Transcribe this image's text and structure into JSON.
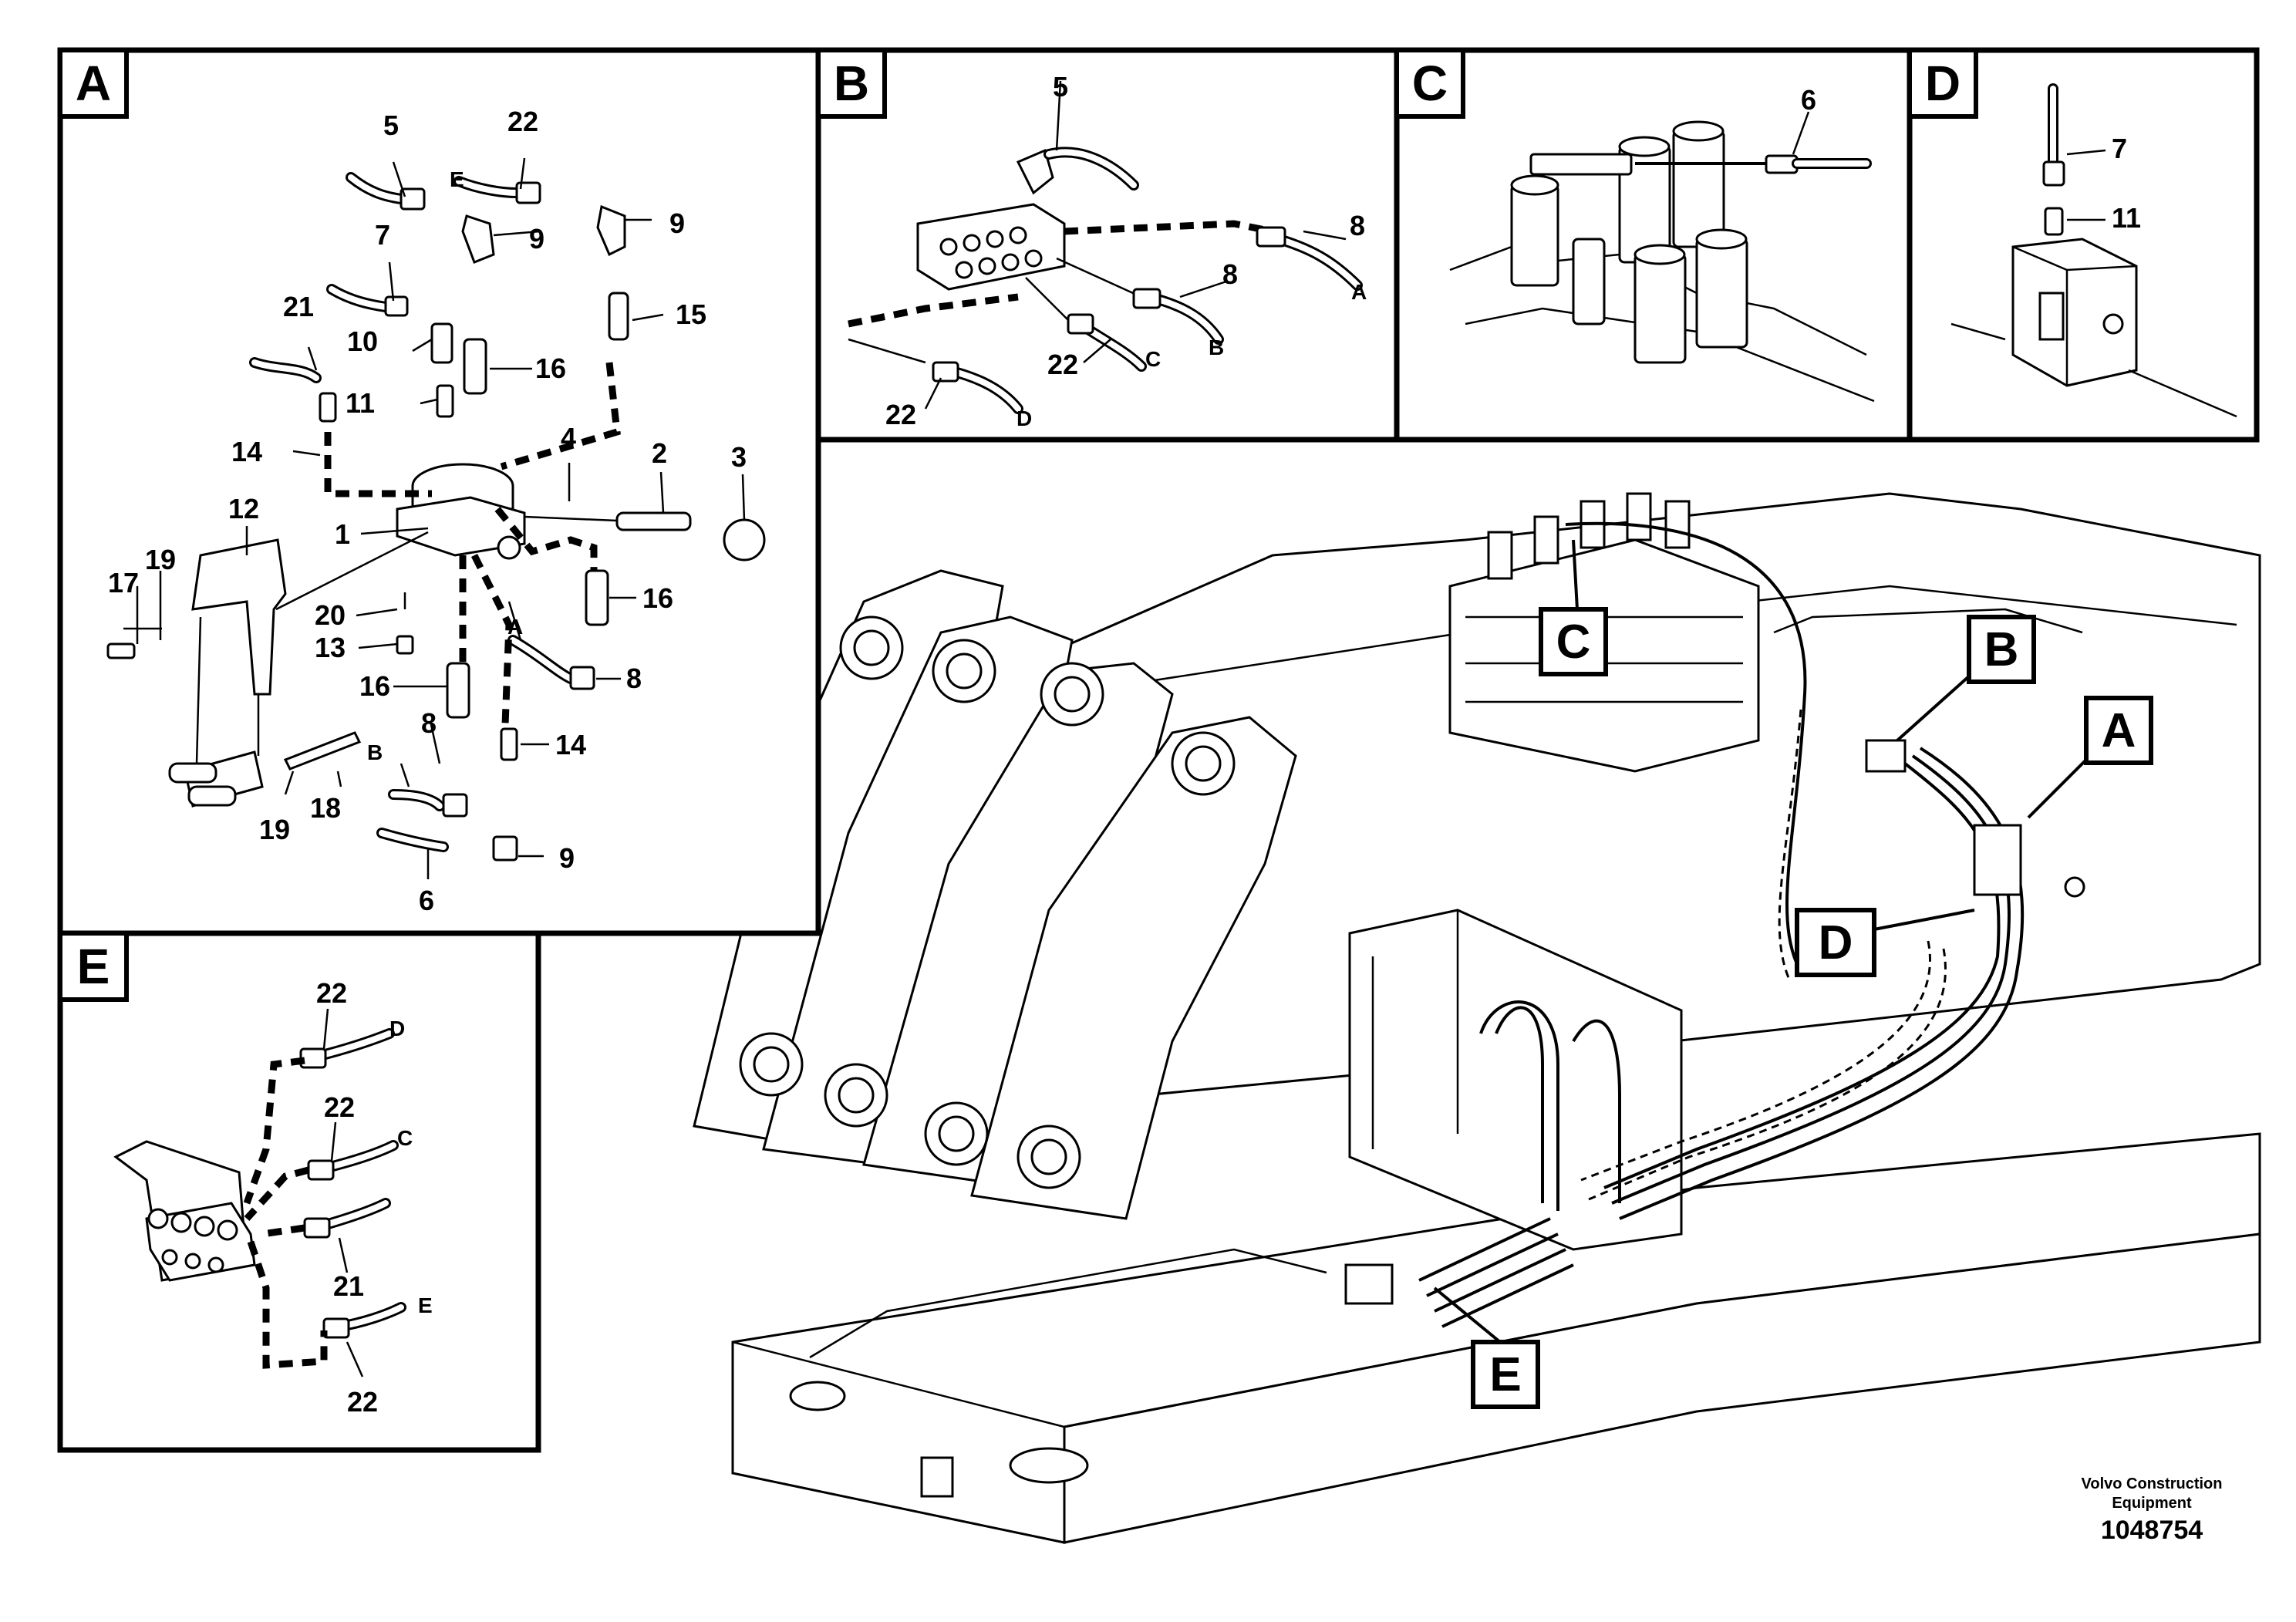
{
  "panels": {
    "A": {
      "tab": "A"
    },
    "B": {
      "tab": "B"
    },
    "C": {
      "tab": "C"
    },
    "D": {
      "tab": "D"
    },
    "E": {
      "tab": "E"
    }
  },
  "panel_a_labels": {
    "n5": "5",
    "n22": "22",
    "nE": "E",
    "n9a": "9",
    "n9b": "9",
    "n7": "7",
    "n21": "21",
    "n10": "10",
    "n15": "15",
    "n16a": "16",
    "n11": "11",
    "n14a": "14",
    "n4": "4",
    "n2": "2",
    "n3": "3",
    "n12": "12",
    "n1": "1",
    "n19a": "19",
    "n17": "17",
    "n20": "20",
    "n16b": "16",
    "n13": "13",
    "nA": "A",
    "n8a": "8",
    "n16c": "16",
    "n8b": "8",
    "n14b": "14",
    "nB": "B",
    "n18": "18",
    "n19b": "19",
    "n9c": "9",
    "n6": "6"
  },
  "panel_b_labels": {
    "n5": "5",
    "n8a": "8",
    "nA": "A",
    "n8b": "8",
    "nB": "B",
    "n22a": "22",
    "nC": "C",
    "n22b": "22",
    "nD": "D"
  },
  "panel_c_labels": {
    "n6": "6"
  },
  "panel_d_labels": {
    "n7": "7",
    "n11": "11"
  },
  "panel_e_labels": {
    "n22a": "22",
    "nD": "D",
    "n22b": "22",
    "nC": "C",
    "n21": "21",
    "nE": "E",
    "n22c": "22"
  },
  "main_callouts": {
    "C": "C",
    "B": "B",
    "A": "A",
    "D": "D",
    "E": "E"
  },
  "footer": {
    "brand_line1": "Volvo Construction",
    "brand_line2": "Equipment",
    "doc_number": "1048754"
  }
}
